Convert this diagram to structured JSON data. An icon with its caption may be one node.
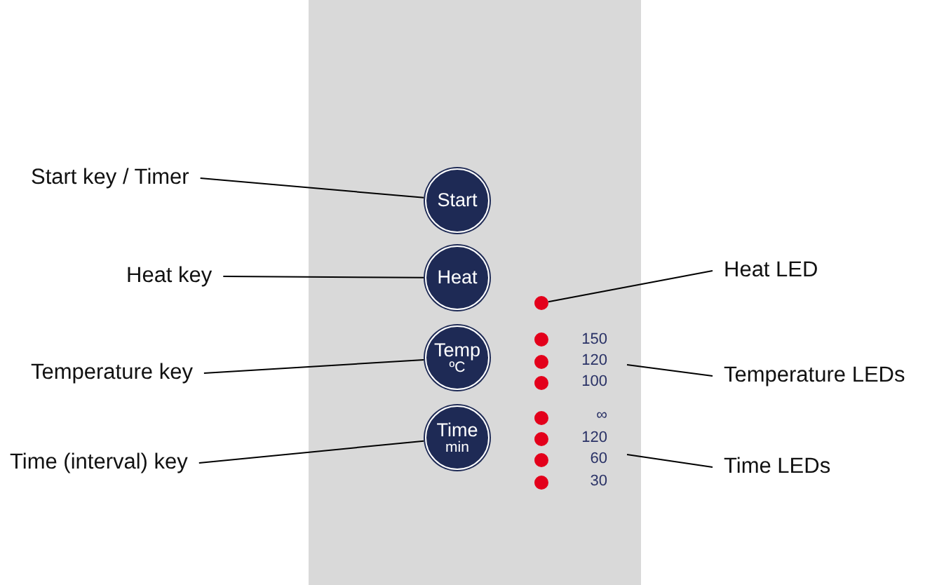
{
  "diagram": {
    "nodes": [
      {
        "text": [],
        "shape": "box"
      },
      {
        "text": [
          "Start"
        ],
        "in": 0
      },
      {
        "text": [
          "Heat"
        ],
        "in": 0
      },
      {
        "text": [
          "Temp",
          "ºC"
        ],
        "in": 0
      },
      {
        "text": [
          "Time",
          "min"
        ],
        "in": 0
      },
      {
        "text": [],
        "shape": "circle",
        "in": 0
      },
      {
        "text": [],
        "shape": "circle",
        "in": 0
      },
      {
        "text": [],
        "shape": "circle",
        "in": 0
      },
      {
        "text": [],
        "shape": "circle",
        "in": 0
      },
      {
        "text": [],
        "shape": "circle",
        "in": 0
      },
      {
        "text": [],
        "shape": "circle",
        "in": 0
      },
      {
        "text": [],
        "shape": "circle",
        "in": 0
      },
      {
        "text": [],
        "shape": "circle",
        "in": 0
      },
      {
        "text": [
          "Start key / Timer"
        ]
      },
      {
        "text": [
          "Heat key"
        ]
      },
      {
        "text": [
          "Temperature key"
        ]
      },
      {
        "text": [
          "Time (interval) key"
        ]
      },
      {
        "text": [
          "Heat LED"
        ]
      },
      {
        "text": [
          "Temperature LEDs"
        ]
      },
      {
        "text": [
          "Time LEDs"
        ]
      }
    ],
    "edges": [
      {
        "from": 13,
        "to": 1,
        "arrow": "none"
      },
      {
        "from": 14,
        "to": 2,
        "arrow": "none"
      },
      {
        "from": 15,
        "to": 3,
        "arrow": "none"
      },
      {
        "from": 16,
        "to": 4,
        "arrow": "none"
      },
      {
        "from": 17,
        "to": 5,
        "arrow": "none"
      },
      {
        "from": 18,
        "to": 0,
        "arrow": "none"
      },
      {
        "from": 19,
        "to": 0,
        "arrow": "none"
      }
    ],
    "labels": [
      "150",
      "120",
      "100",
      "∞",
      "120",
      "60",
      "30"
    ]
  }
}
